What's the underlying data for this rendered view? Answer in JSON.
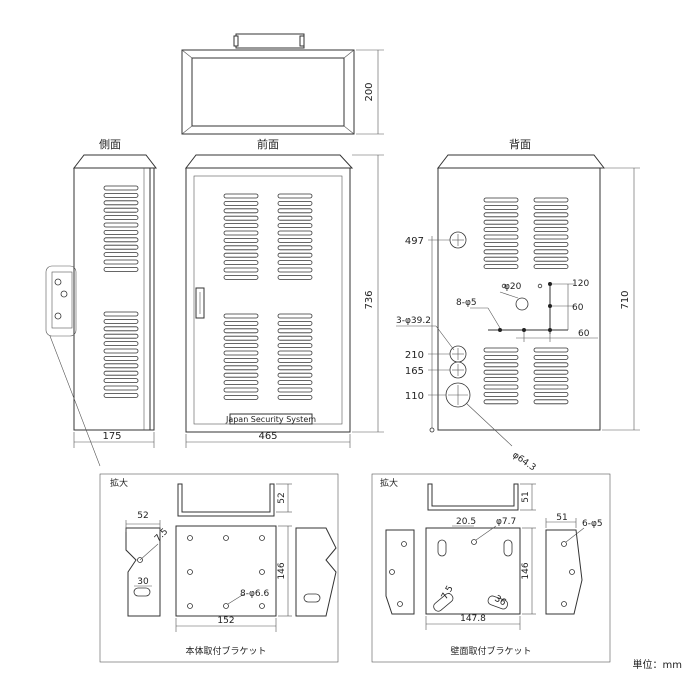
{
  "views": {
    "side": "側面",
    "front": "前面",
    "back": "背面"
  },
  "nameplate": "Japan Security System",
  "dimensions": {
    "top_height": "200",
    "front_height": "736",
    "back_height": "710",
    "side_width": "175",
    "front_width": "465",
    "hole_497": "497",
    "hole_210": "210",
    "hole_165": "165",
    "hole_110": "110",
    "phi20": "φ20",
    "six_phi5": "8-φ5",
    "three_phi392": "3-φ39.2",
    "phi643": "φ64.3",
    "d120": "120",
    "d60a": "60",
    "d60b": "60"
  },
  "bracket_left": {
    "zoom": "拡大",
    "caption": "本体取付ブラケット",
    "d52": "52",
    "d52v": "52",
    "d75": "7.5",
    "d30": "30",
    "d146": "146",
    "d152": "152",
    "holes": "8-φ6.6"
  },
  "bracket_right": {
    "zoom": "拡大",
    "caption": "壁面取付ブラケット",
    "d51": "51",
    "d51b": "51",
    "d205": "20.5",
    "d77": "φ7.7",
    "d6phi5": "6-φ5",
    "d75": "7.5",
    "d36": "36",
    "d146": "146",
    "d1478": "147.8"
  },
  "unit": "単位：mm"
}
